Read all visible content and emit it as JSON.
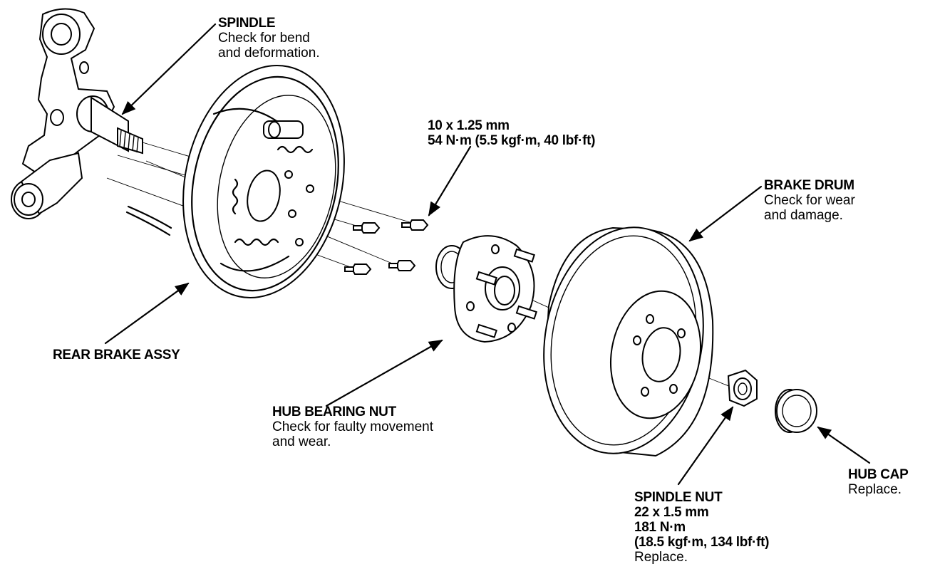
{
  "labels": {
    "spindle": {
      "title": "SPINDLE",
      "desc1": "Check for bend",
      "desc2": "and deformation."
    },
    "bolt": {
      "line1": "10 x 1.25 mm",
      "line2": "54 N·m (5.5 kgf·m, 40 lbf·ft)"
    },
    "brake_drum": {
      "title": "BRAKE DRUM",
      "desc1": "Check for wear",
      "desc2": "and damage."
    },
    "rear_brake": {
      "title": "REAR BRAKE ASSY"
    },
    "hub_bearing": {
      "title": "HUB BEARING NUT",
      "desc1": "Check for faulty movement",
      "desc2": "and wear."
    },
    "hub_cap": {
      "title": "HUB CAP",
      "desc1": "Replace."
    },
    "spindle_nut": {
      "title": "SPINDLE NUT",
      "line1": "22 x 1.5 mm",
      "line2": "181 N·m",
      "line3": "(18.5 kgf·m, 134 lbf·ft)",
      "desc1": "Replace."
    }
  }
}
